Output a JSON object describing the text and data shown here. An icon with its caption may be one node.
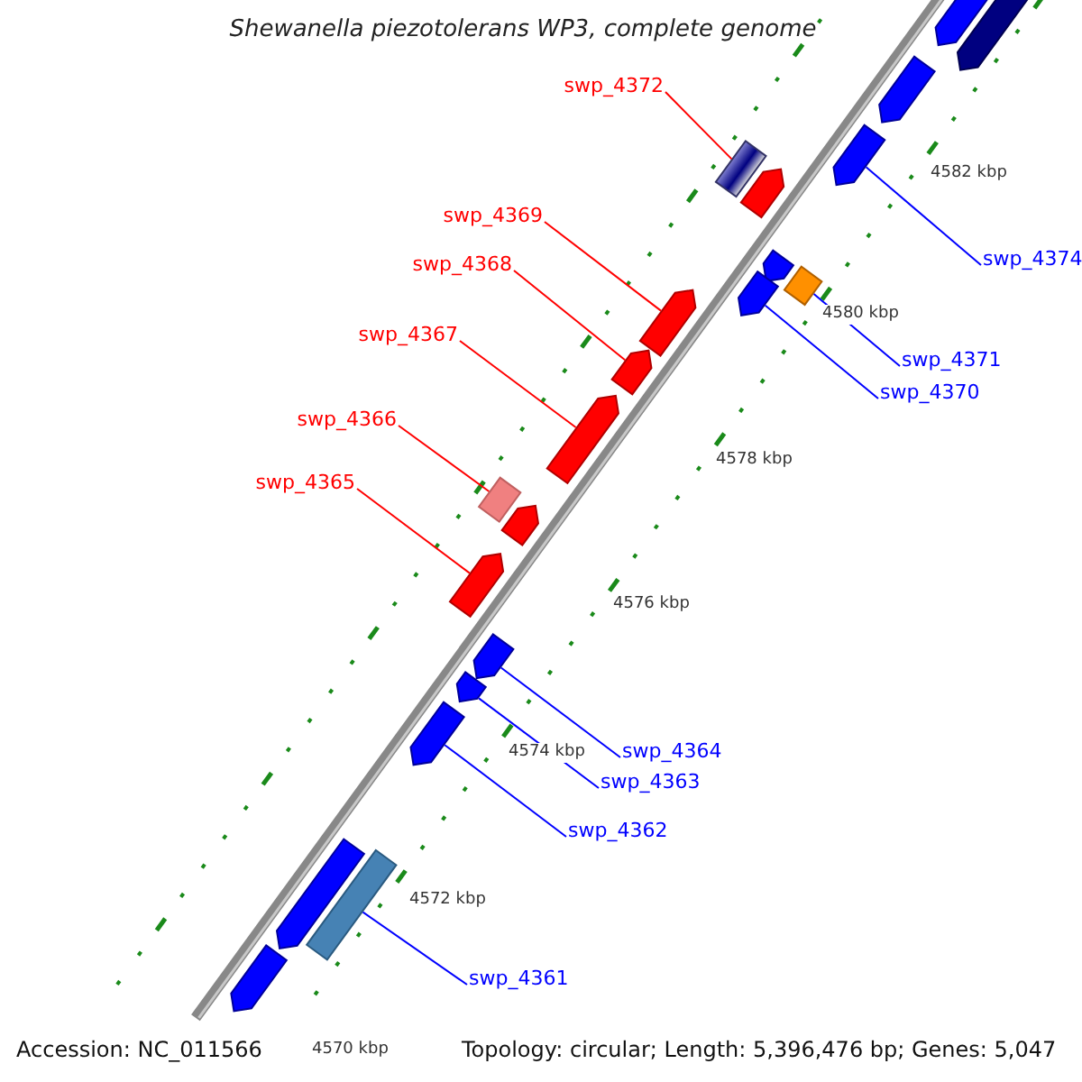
{
  "diagram": {
    "title": "Shewanella piezotolerans WP3, complete genome",
    "nodes": [
      {
        "text": [
          "swp_4372"
        ]
      },
      {
        "text": [
          "swp_4369"
        ]
      },
      {
        "text": [
          "swp_4374"
        ]
      },
      {
        "text": [
          "swp_4368"
        ]
      },
      {
        "text": [
          "swp_4367"
        ]
      },
      {
        "text": [
          "swp_4371"
        ]
      },
      {
        "text": [
          "swp_4370"
        ]
      },
      {
        "text": [
          "swp_4366"
        ]
      },
      {
        "text": [
          "swp_4365"
        ]
      },
      {
        "text": [
          "swp_4364"
        ]
      },
      {
        "text": [
          "swp_4363"
        ]
      },
      {
        "text": [
          "swp_4362"
        ]
      },
      {
        "text": [
          "swp_4361"
        ]
      },
      {
        "text": [],
        "shape": "arrow"
      },
      {
        "text": [],
        "shape": "arrow"
      },
      {
        "text": [],
        "shape": "arrow"
      },
      {
        "text": [],
        "shape": "arrow"
      },
      {
        "text": [],
        "shape": "box"
      },
      {
        "text": [],
        "shape": "arrow"
      },
      {
        "text": [],
        "shape": "box"
      },
      {
        "text": [],
        "shape": "arrow"
      },
      {
        "text": [],
        "shape": "arrow"
      },
      {
        "text": [],
        "shape": "arrow"
      },
      {
        "text": [],
        "shape": "arrow"
      },
      {
        "text": [],
        "shape": "arrow"
      },
      {
        "text": [],
        "shape": "box"
      },
      {
        "text": [],
        "shape": "arrow"
      },
      {
        "text": [],
        "shape": "arrow"
      },
      {
        "text": [],
        "shape": "arrow"
      },
      {
        "text": [],
        "shape": "arrow"
      },
      {
        "text": [],
        "shape": "arrow"
      },
      {
        "text": [],
        "shape": "box"
      },
      {
        "text": [],
        "shape": "arrow"
      },
      {
        "text": [],
        "shape": "arrow"
      }
    ],
    "edges": [
      {
        "from": 0,
        "to": 17,
        "arrow": "none",
        "color": "#ff0000"
      },
      {
        "from": 1,
        "to": 22,
        "arrow": "none",
        "color": "#ff0000"
      },
      {
        "from": 2,
        "to": 16,
        "arrow": "none"
      },
      {
        "from": 3,
        "to": 23,
        "arrow": "none",
        "color": "#ff0000"
      },
      {
        "from": 4,
        "to": 24,
        "arrow": "none",
        "color": "#ff0000"
      },
      {
        "from": 5,
        "to": 19,
        "arrow": "none"
      },
      {
        "from": 6,
        "to": 21,
        "arrow": "none"
      },
      {
        "from": 7,
        "to": 25,
        "arrow": "none",
        "color": "#ff0000"
      },
      {
        "from": 8,
        "to": 27,
        "arrow": "none",
        "color": "#ff0000"
      },
      {
        "from": 9,
        "to": 28,
        "arrow": "none"
      },
      {
        "from": 10,
        "to": 29,
        "arrow": "none"
      },
      {
        "from": 11,
        "to": 30,
        "arrow": "none"
      },
      {
        "from": 12,
        "to": 31,
        "arrow": "none"
      }
    ],
    "labels": [
      "4582 kbp",
      "4580 kbp",
      "4578 kbp",
      "4576 kbp",
      "4574 kbp",
      "4572 kbp",
      "4570 kbp",
      "Accession: NC_011566",
      "Topology: circular; Length: 5,396,476 bp; Genes: 5,047"
    ]
  }
}
